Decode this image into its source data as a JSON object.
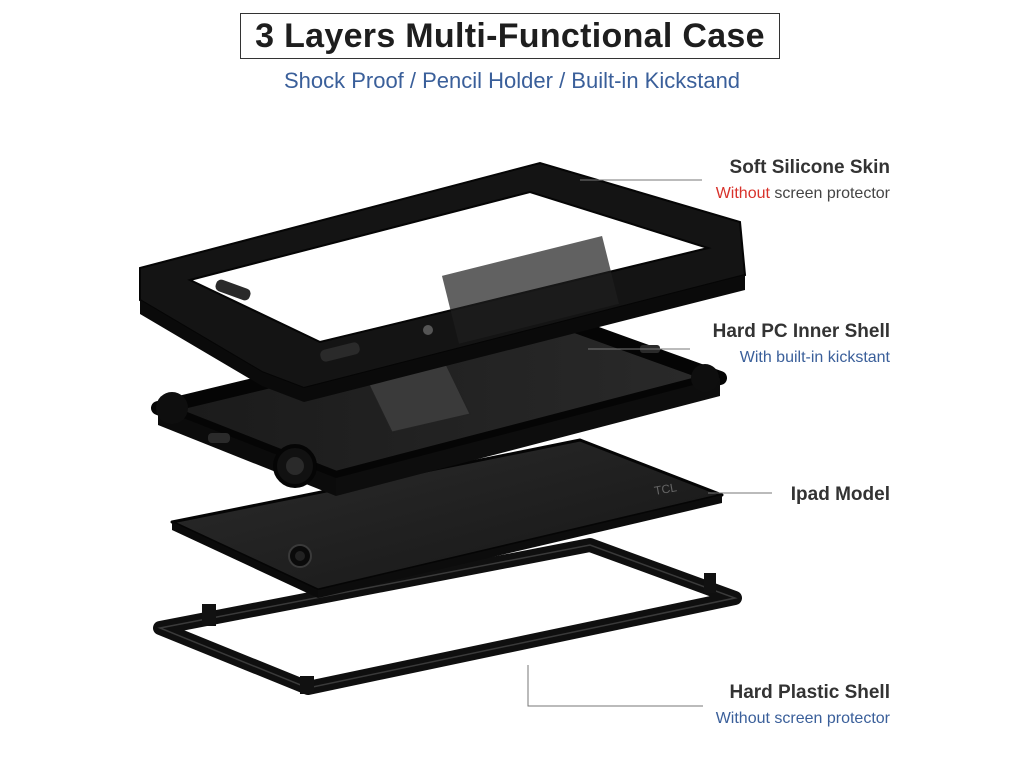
{
  "title": "3 Layers Multi-Functional Case",
  "subtitle": "Shock Proof / Pencil Holder / Built-in Kickstand",
  "layers": [
    {
      "name": "Soft Silicone Skin",
      "note_highlight": "Without",
      "note_rest": " screen protector",
      "highlight_color": "#d8322b"
    },
    {
      "name": "Hard PC Inner Shell",
      "note": "With built-in kickstant"
    },
    {
      "name": "Ipad Model",
      "tablet_logo": "TCL"
    },
    {
      "name": "Hard Plastic Shell",
      "note": "Without screen protector"
    }
  ],
  "colors": {
    "title_text": "#1e1e1e",
    "subtitle_blue": "#3a5f9a",
    "accent_red": "#d8322b",
    "case_black": "#111111"
  }
}
